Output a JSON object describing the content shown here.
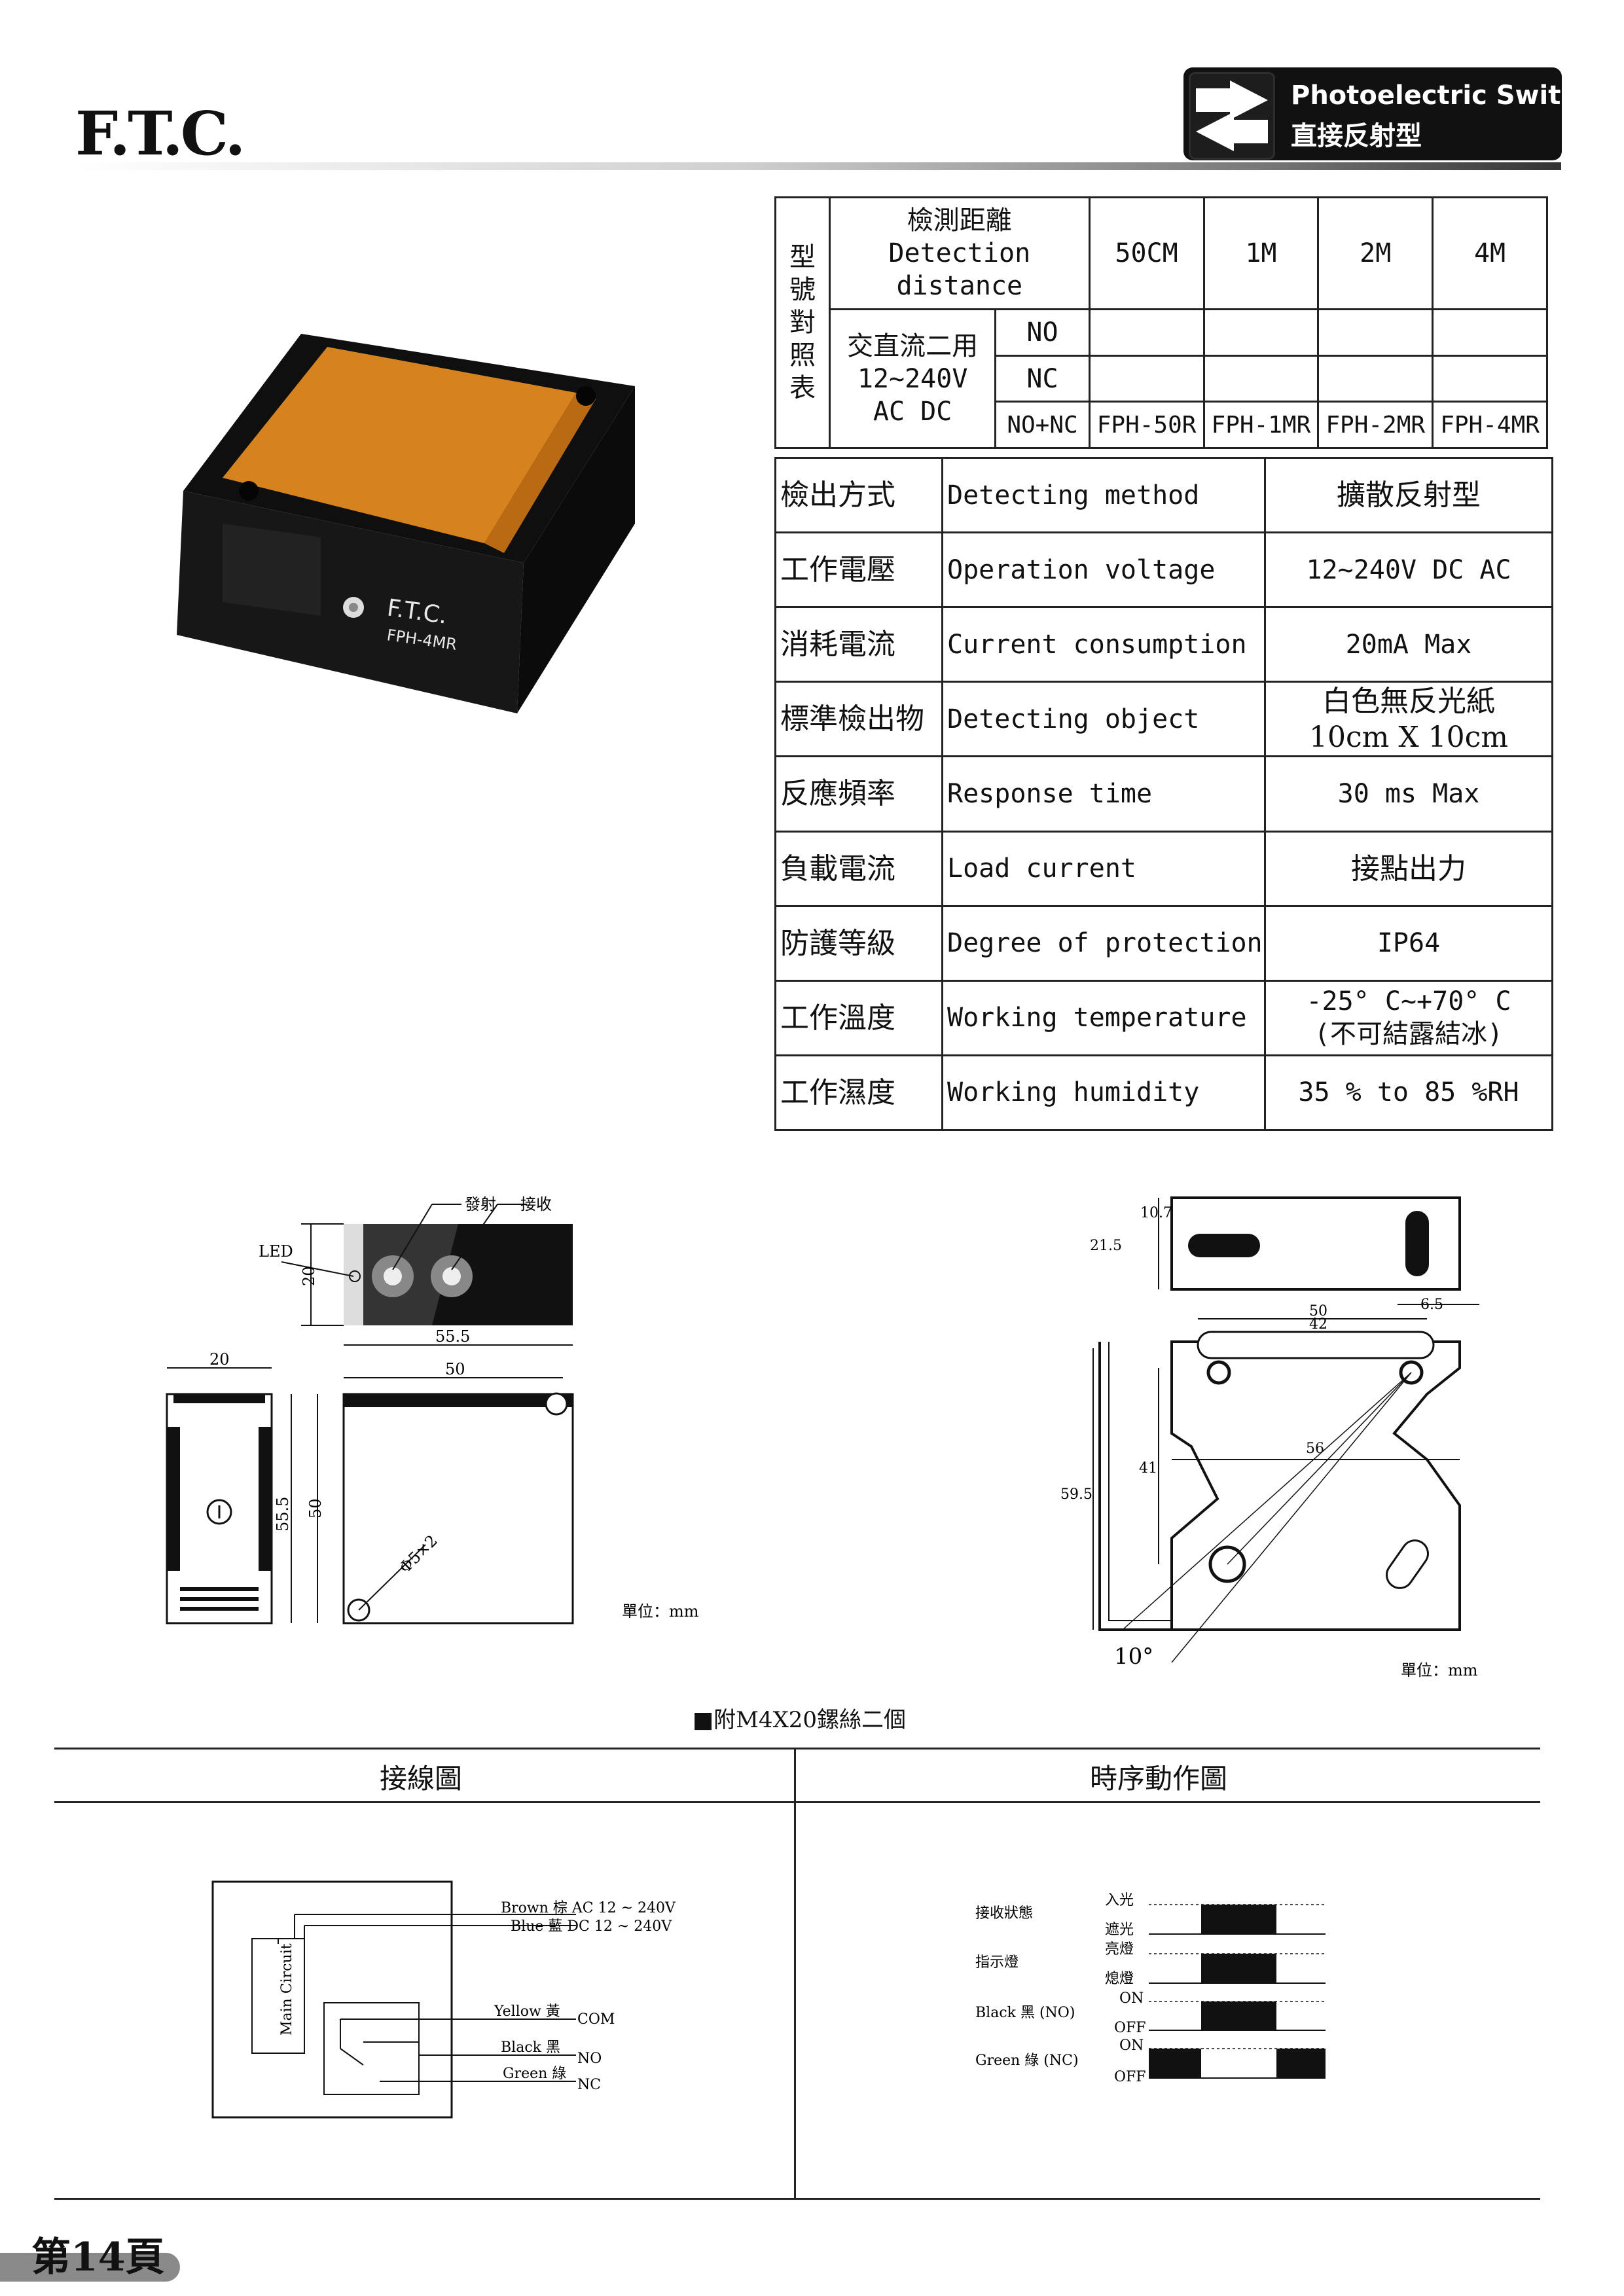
{
  "brand": "F.T.C.",
  "badge": {
    "title_en": "Photoelectric Switch",
    "title_cn": "直接反射型"
  },
  "model_table": {
    "side_label": [
      "型",
      "號",
      "對",
      "照",
      "表"
    ],
    "header_label": [
      "檢測距離",
      "Detection",
      "distance"
    ],
    "distances": [
      "50CM",
      "1M",
      "2M",
      "4M"
    ],
    "power_label": [
      "交直流二用",
      "12~240V",
      "AC DC"
    ],
    "rows": [
      {
        "mode": "NO",
        "models": [
          "",
          "",
          "",
          ""
        ]
      },
      {
        "mode": "NC",
        "models": [
          "",
          "",
          "",
          ""
        ]
      },
      {
        "mode": "NO+NC",
        "models": [
          "FPH-50R",
          "FPH-1MR",
          "FPH-2MR",
          "FPH-4MR"
        ]
      }
    ]
  },
  "spec_table": [
    {
      "cn": "檢出方式",
      "en": "Detecting method",
      "value": "擴散反射型",
      "value2": ""
    },
    {
      "cn": "工作電壓",
      "en": "Operation voltage",
      "value": "12~240V DC AC",
      "value2": ""
    },
    {
      "cn": "消耗電流",
      "en": "Current consumption",
      "value": "20mA  Max",
      "value2": ""
    },
    {
      "cn": "標準檢出物",
      "en": "Detecting object",
      "value": "白色無反光紙",
      "value2": "10cm X 10cm"
    },
    {
      "cn": "反應頻率",
      "en": "Response time",
      "value": "30 ms Max",
      "value2": ""
    },
    {
      "cn": "負載電流",
      "en": "Load current",
      "value": "接點出力",
      "value2": ""
    },
    {
      "cn": "防護等級",
      "en": "Degree of protection",
      "value": "IP64",
      "value2": ""
    },
    {
      "cn": "工作溫度",
      "en": "Working temperature",
      "value": "-25° C~+70° C",
      "value2": "(不可結露結冰)"
    },
    {
      "cn": "工作濕度",
      "en": "Working humidity",
      "value": "35 % to 85 %RH",
      "value2": ""
    }
  ],
  "product_photo": {
    "brand": "F.T.C.",
    "model": "FPH-4MR"
  },
  "dims_left": {
    "emit": "發射",
    "recv": "接收",
    "led": "LED",
    "d20a": "20",
    "d55a": "55.5",
    "d50a": "50",
    "d20b": "20",
    "d55b": "55.5",
    "d50b": "50",
    "hole": "Φ5×2",
    "unit": "單位：mm"
  },
  "dims_right": {
    "d107": "10.7",
    "d215": "21.5",
    "d65": "6.5",
    "d50": "50",
    "d42": "42",
    "d56": "56",
    "d41": "41",
    "d595": "59.5",
    "d10": "10°",
    "unit": "單位：mm"
  },
  "accessory_note": "■附M4X20鏍絲二個",
  "wiring": {
    "title": "接線圖",
    "main_circuit": "Main Circuit",
    "brown": "Brown 棕 AC 12 ~ 240V",
    "blue": "Blue 藍 DC 12 ~ 240V",
    "yellow": "Yellow 黃",
    "com": "COM",
    "black": "Black 黑",
    "no": "NO",
    "green": "Green 綠",
    "nc": "NC"
  },
  "timing": {
    "title": "時序動作圖",
    "recv_state": "接收狀態",
    "indicator": "指示燈",
    "black_no": "Black 黑 (NO)",
    "green_nc": "Green 綠 (NC)",
    "light_in": "入光",
    "light_block": "遮光",
    "lamp_on": "亮燈",
    "lamp_off": "熄燈",
    "on1": "ON",
    "off1": "OFF",
    "on2": "ON",
    "off2": "OFF"
  },
  "footer": {
    "page": "第14頁"
  }
}
